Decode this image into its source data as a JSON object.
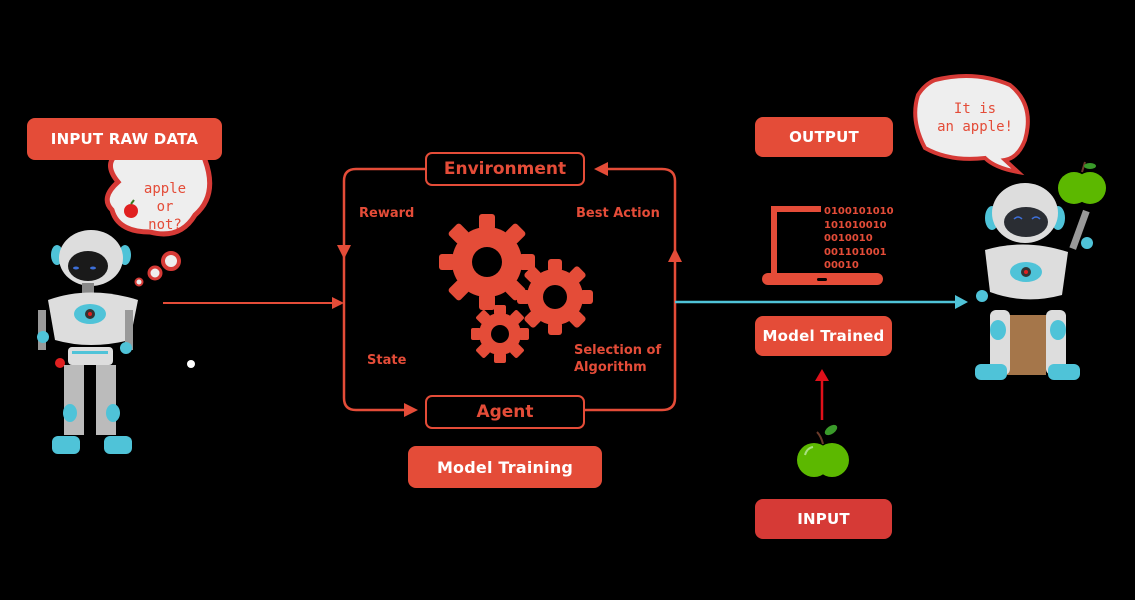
{
  "left": {
    "title": "INPUT RAW DATA",
    "thought_bubble": {
      "line1": "apple",
      "line2": "or",
      "line3": "not?"
    }
  },
  "center": {
    "environment_label": "Environment",
    "agent_label": "Agent",
    "reward_label": "Reward",
    "best_action_label": "Best Action",
    "state_label": "State",
    "selection_line1": "Selection of",
    "selection_line2": "Algorithm",
    "model_training_label": "Model Training"
  },
  "right": {
    "output_label": "OUTPUT",
    "binary_lines": [
      "0100101010",
      "101010010",
      "0010010",
      "001101001",
      "00010"
    ],
    "model_trained_label": "Model Trained",
    "input_label": "INPUT",
    "speech_bubble": {
      "line1": "It is",
      "line2": "an apple!"
    }
  },
  "colors": {
    "accent": "#e44c38",
    "input_box": "#d63a36",
    "arrow_blue": "#4fc3d8",
    "arrow_red": "#e0101a",
    "apple_green": "#5cb800",
    "background": "#000000"
  }
}
